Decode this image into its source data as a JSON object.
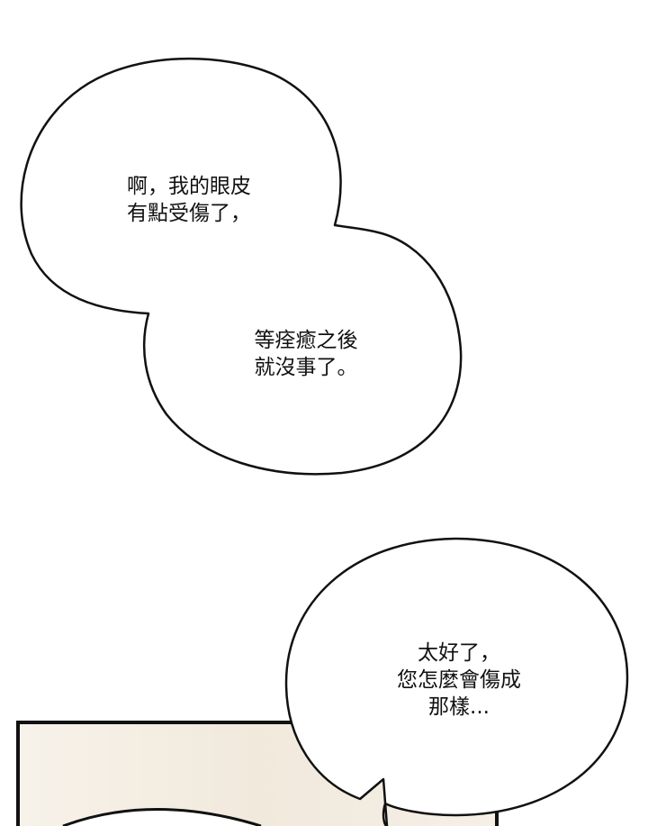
{
  "colors": {
    "background": "#ffffff",
    "ink": "#111111",
    "panel_fill": "#f3ece1"
  },
  "bubbles": [
    {
      "lines": [
        "啊，我的眼皮",
        "有點受傷了，"
      ]
    },
    {
      "lines": [
        "等痊癒之後",
        "就沒事了。"
      ]
    },
    {
      "lines": [
        "太好了，",
        "您怎麼會傷成",
        "那樣..."
      ]
    }
  ]
}
